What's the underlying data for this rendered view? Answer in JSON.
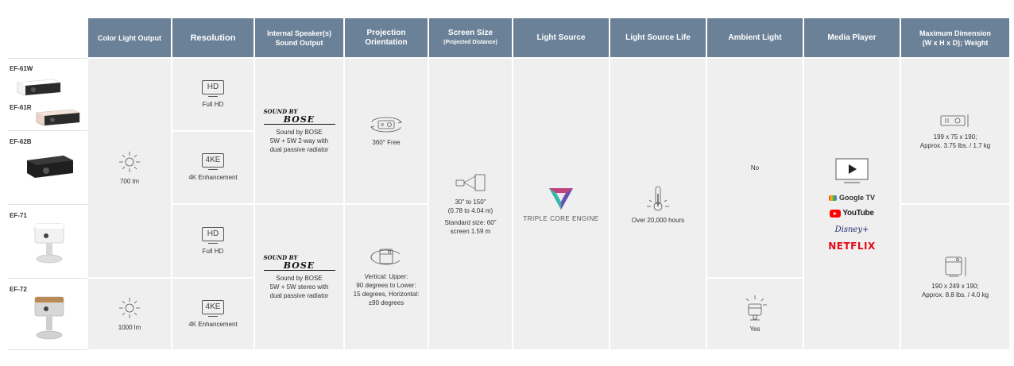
{
  "headers": {
    "color_light": "Color Light Output",
    "resolution": "Resolution",
    "speaker_l1": "Internal Speaker(s)",
    "speaker_l2": "Sound Output",
    "orientation_l1": "Projection",
    "orientation_l2": "Orientation",
    "screen_l1": "Screen Size",
    "screen_sub": "(Projected Distance)",
    "light_source": "Light Source",
    "light_life": "Light Source Life",
    "ambient": "Ambient Light",
    "media": "Media Player",
    "dim_l1": "Maximum Dimension",
    "dim_l2": "(W x H x D); Weight"
  },
  "models": {
    "ef61w": "EF-61W",
    "ef61r": "EF-61R",
    "ef62b": "EF-62B",
    "ef71": "EF-71",
    "ef72": "EF-72"
  },
  "color_light": {
    "a": "700 lm",
    "b": "1000 lm"
  },
  "resolution": {
    "r1_badge": "HD",
    "r1_label": "Full HD",
    "r2_badge": "4KE",
    "r2_label": "4K Enhancement",
    "r3_badge": "HD",
    "r3_label": "Full HD",
    "r4_badge": "4KE",
    "r4_label": "4K Enhancement"
  },
  "speaker": {
    "logo_top": "SOUND BY",
    "logo_brand": "BOSE",
    "a_l1": "Sound by BOSE",
    "a_l2": "5W + 5W 2-way with",
    "a_l3": "dual passive radiator",
    "b_l1": "Sound by BOSE",
    "b_l2": "5W + 5W stereo with",
    "b_l3": "dual passive radiator"
  },
  "orientation": {
    "a": "360° Free",
    "b_l1": "Vertical: Upper:",
    "b_l2": "90 degrees to Lower:",
    "b_l3": "15 degrees, Horizontal:",
    "b_l4": "±90 degrees"
  },
  "screen": {
    "l1": "30\" to 150\"",
    "l2": "(0.78  to 4.04 m)",
    "l3": "Standard size: 60\"",
    "l4": "screen 1.59 m"
  },
  "light_source": {
    "label": "TRIPLE CORE ENGINE"
  },
  "light_life": {
    "label": "Over 20,000 hours"
  },
  "ambient": {
    "a": "No",
    "b": "Yes"
  },
  "media": {
    "google_tv": "Google TV",
    "youtube": "YouTube",
    "disney": "Disney+",
    "netflix": "NETFLIX"
  },
  "dimension": {
    "a_l1": "199 x 75 x 190;",
    "a_l2": "Approx. 3.75 lbs. / 1.7 kg",
    "b_l1": "190 x 249 x 190;",
    "b_l2": "Approx. 8.8 lbs. / 4.0 kg"
  }
}
